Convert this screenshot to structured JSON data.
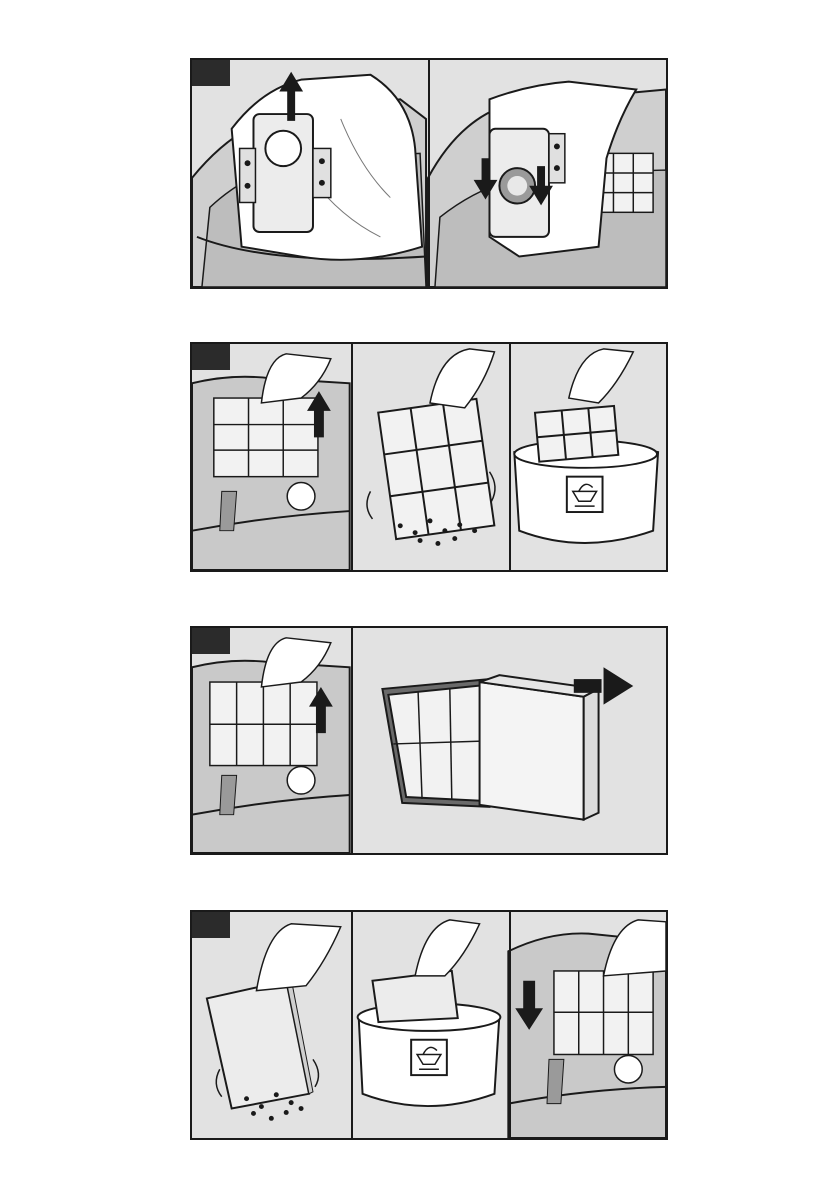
{
  "document": {
    "page_type": "vacuum-cleaner-instruction-illustrations",
    "panels": [
      {
        "id": "panel-1",
        "subpanels": 2,
        "content": [
          "remove-dust-bag",
          "insert-dust-bag"
        ]
      },
      {
        "id": "panel-2",
        "subpanels": 3,
        "content": [
          "lift-out-filter",
          "shake-filter",
          "wash-filter"
        ]
      },
      {
        "id": "panel-3",
        "subpanels": 2,
        "content": [
          "lift-out-filter-cassette",
          "slide-out-filter-insert"
        ]
      },
      {
        "id": "panel-4",
        "subpanels": 3,
        "content": [
          "shake-filter-insert",
          "wash-filter-insert",
          "reinsert-filter"
        ]
      }
    ],
    "icons": [
      "arrow-up-icon",
      "arrow-down-icon",
      "arrow-right-icon",
      "hand-wash-icon"
    ],
    "colors": {
      "panel_bg": "#e2e2e2",
      "outline": "#1a1a1a",
      "step_tab": "#2b2b2b",
      "filter": "#f2f2f2"
    }
  }
}
